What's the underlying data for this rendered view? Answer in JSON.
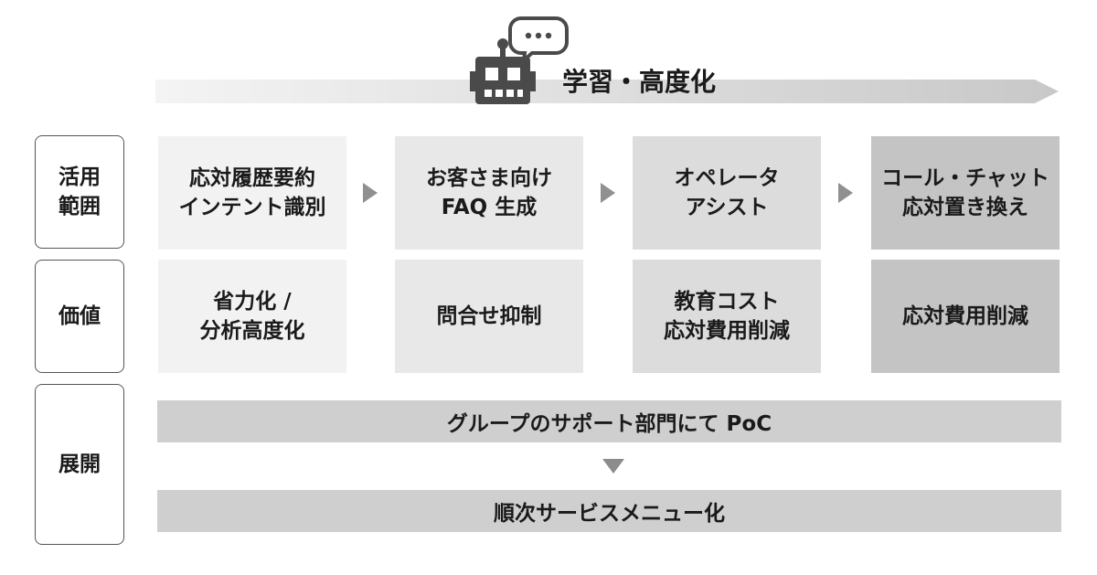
{
  "header": {
    "title": "学習・高度化",
    "robot_icon": "robot-with-speech-bubble-icon"
  },
  "rows": {
    "scope": "活用\n範囲",
    "value": "価値",
    "rollout": "展開"
  },
  "scope_cells": [
    "応対履歴要約\nインテント識別",
    "お客さま向け\nFAQ 生成",
    "オペレータ\nアシスト",
    "コール・チャット\n応対置き換え"
  ],
  "value_cells": [
    "省力化 /\n分析高度化",
    "問合せ抑制",
    "教育コスト\n応対費用削減",
    "応対費用削減"
  ],
  "rollout": {
    "step1": "グループのサポート部門にて PoC",
    "step2": "順次サービスメニュー化"
  },
  "colors": {
    "stage1": "#f2f2f2",
    "stage2": "#e8e8e8",
    "stage3": "#dcdcdc",
    "stage4": "#c4c4c4",
    "banner": "#cfcfcf",
    "arrow": "#909090"
  }
}
